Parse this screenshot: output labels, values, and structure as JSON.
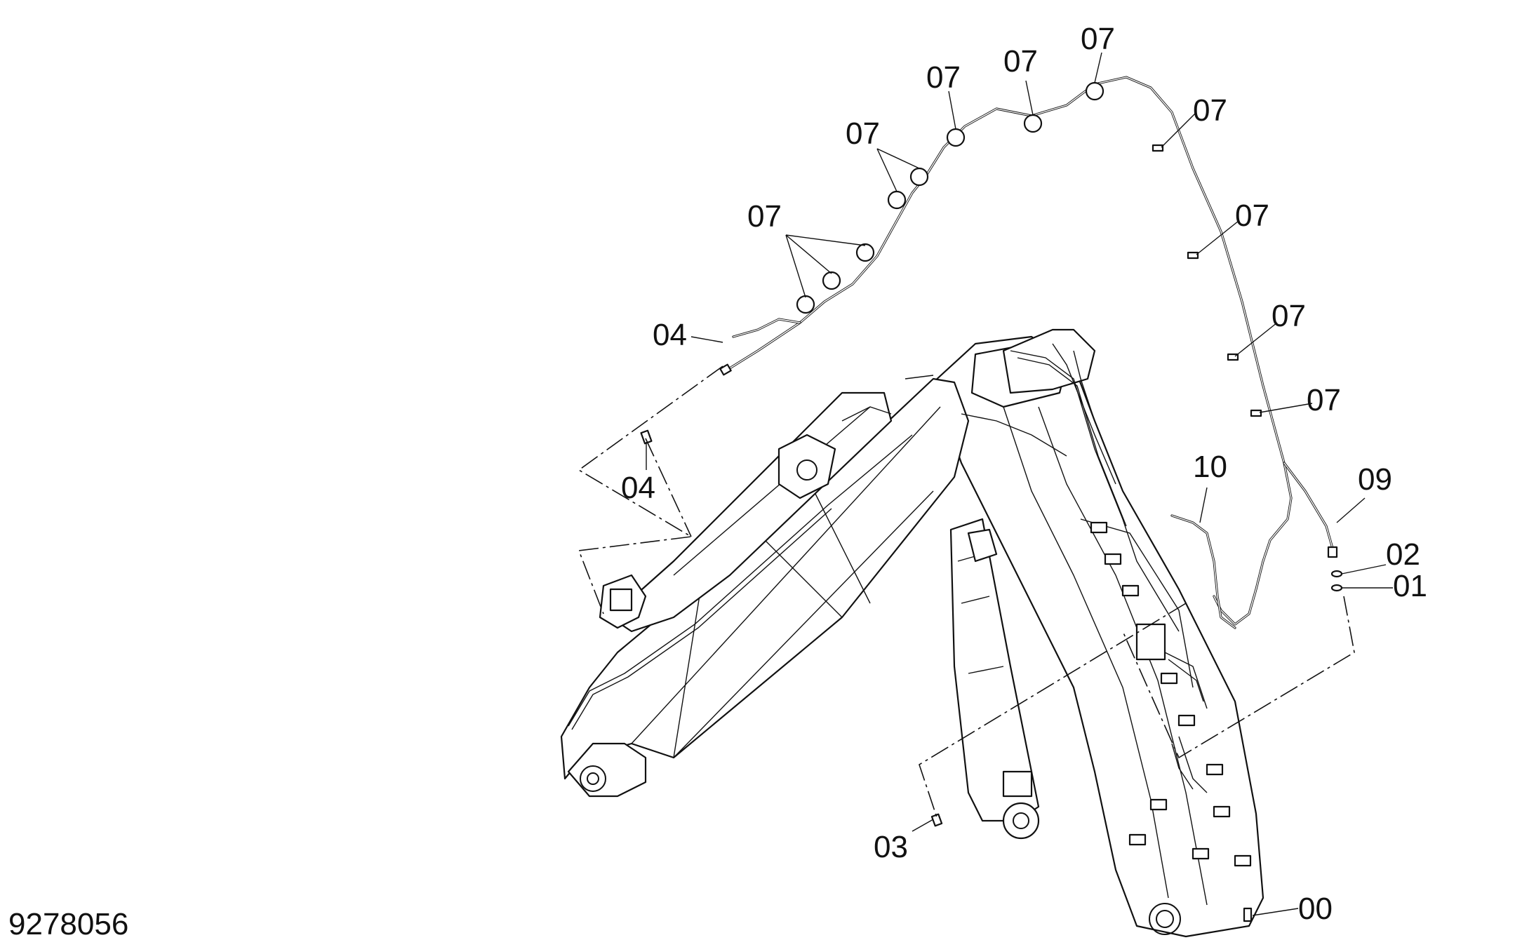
{
  "drawing_number": "9278056",
  "callouts": {
    "hose_clamps": [
      "07",
      "07",
      "07",
      "07",
      "07",
      "07",
      "07",
      "07",
      "07",
      "07"
    ],
    "fitting_upper": "04",
    "fitting_lower": "04",
    "fitting_boom": "03",
    "hose_10": "10",
    "hose_09": "09",
    "seal_02": "02",
    "plug_01": "01",
    "fitting_00": "00"
  }
}
